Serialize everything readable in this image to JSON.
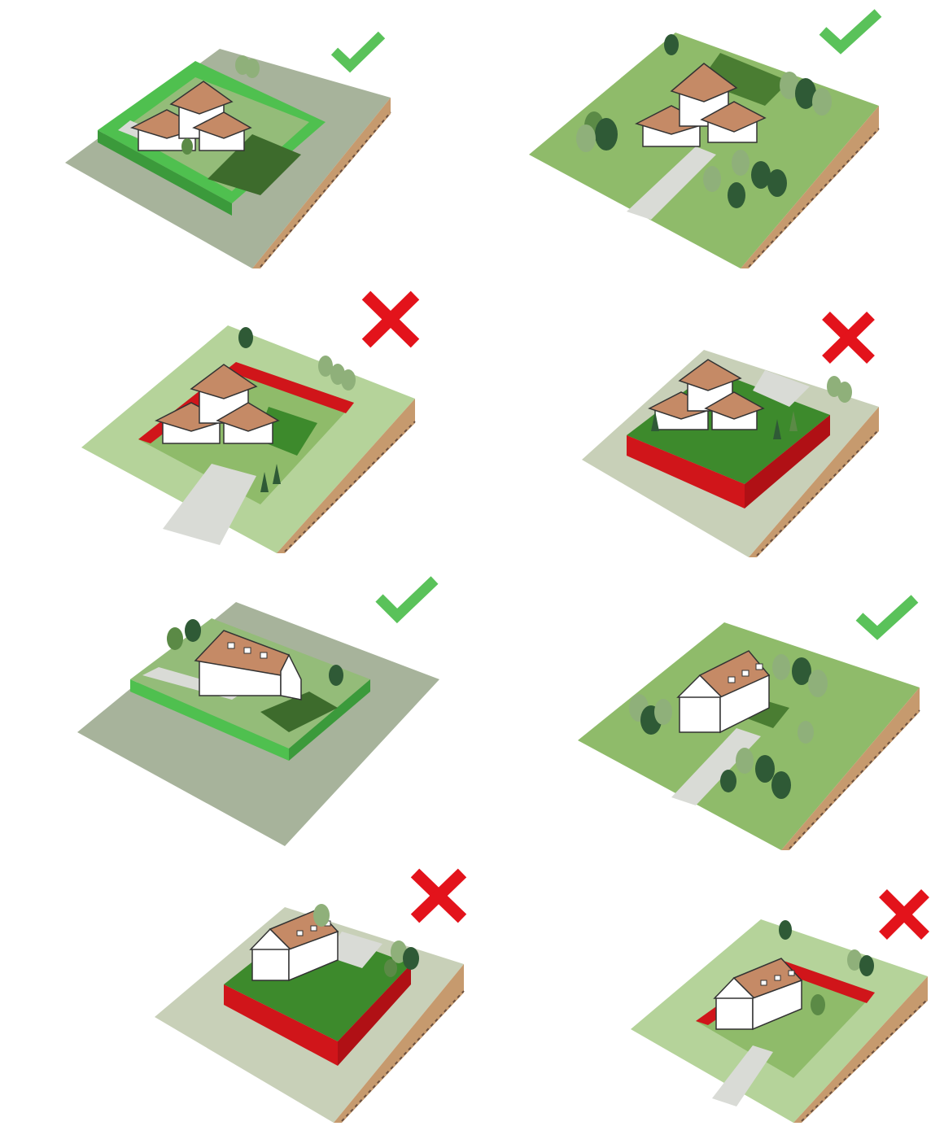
{
  "colors": {
    "check": "#5ac25a",
    "cross": "#e3131b",
    "grass": "#8fbb6a",
    "grass_light": "#b5d39a",
    "grey_ground": "#a7b39b",
    "terrace": "#4fc04f",
    "cut_wall": "#d0151a",
    "soil": "#c69a6e",
    "roof": "#c58a66",
    "wall": "#ffffff",
    "path": "#d9dbd6",
    "tree_dark": "#2f5a36",
    "tree_mid": "#5b8a46",
    "tree_light": "#8fb07a"
  },
  "panels": [
    {
      "id": "villa-terraced",
      "verdict": "good",
      "house": "villa",
      "site": "terraced-slope"
    },
    {
      "id": "villa-natural-slope",
      "verdict": "good",
      "house": "villa",
      "site": "natural-slope-with-trees"
    },
    {
      "id": "villa-sunken",
      "verdict": "bad",
      "house": "villa",
      "site": "sunken-excavation"
    },
    {
      "id": "villa-raised-platform",
      "verdict": "bad",
      "house": "villa",
      "site": "raised-platform"
    },
    {
      "id": "cottage-flat-terrace",
      "verdict": "good",
      "house": "cottage",
      "site": "flat-with-terrace"
    },
    {
      "id": "cottage-natural-slope",
      "verdict": "good",
      "house": "cottage",
      "site": "natural-slope-with-trees"
    },
    {
      "id": "cottage-raised-platform",
      "verdict": "bad",
      "house": "cottage",
      "site": "raised-platform"
    },
    {
      "id": "cottage-sunken",
      "verdict": "bad",
      "house": "cottage",
      "site": "sunken-excavation"
    }
  ]
}
